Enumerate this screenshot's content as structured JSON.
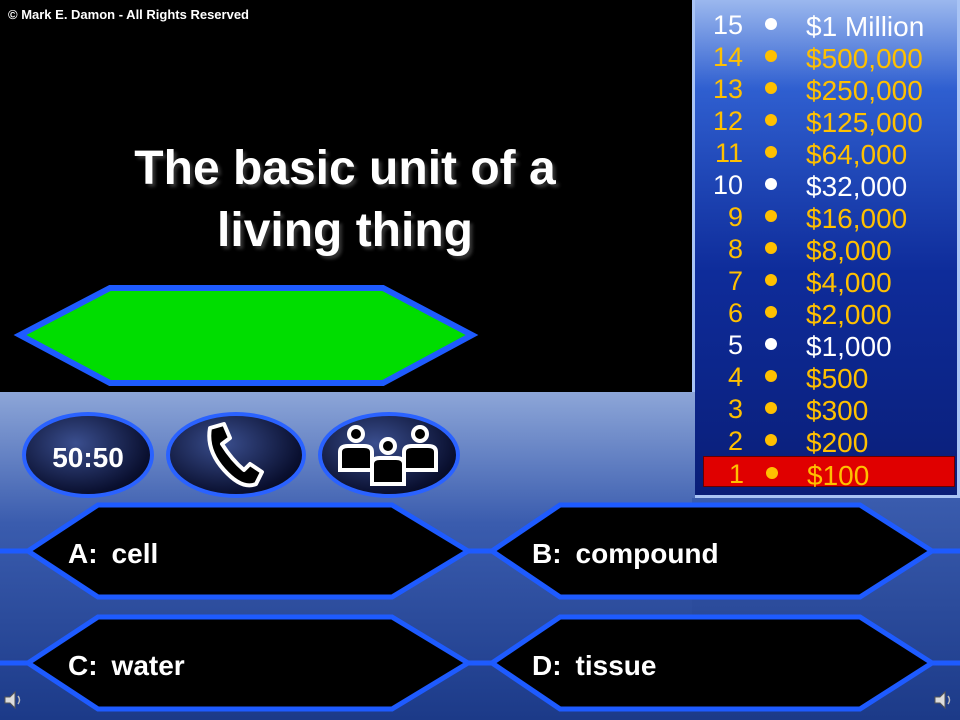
{
  "copyright": "© Mark E. Damon - All Rights Reserved",
  "question": {
    "line1": "The basic unit of a",
    "line2": "living thing"
  },
  "money_ladder": [
    {
      "level": "15",
      "amount": "$1 Million",
      "milestone": true
    },
    {
      "level": "14",
      "amount": "$500,000",
      "milestone": false
    },
    {
      "level": "13",
      "amount": "$250,000",
      "milestone": false
    },
    {
      "level": "12",
      "amount": "$125,000",
      "milestone": false
    },
    {
      "level": "11",
      "amount": "$64,000",
      "milestone": false
    },
    {
      "level": "10",
      "amount": "$32,000",
      "milestone": true
    },
    {
      "level": "9",
      "amount": "$16,000",
      "milestone": false
    },
    {
      "level": "8",
      "amount": "$8,000",
      "milestone": false
    },
    {
      "level": "7",
      "amount": "$4,000",
      "milestone": false
    },
    {
      "level": "6",
      "amount": "$2,000",
      "milestone": false
    },
    {
      "level": "5",
      "amount": "$1,000",
      "milestone": true
    },
    {
      "level": "4",
      "amount": "$500",
      "milestone": false
    },
    {
      "level": "3",
      "amount": "$300",
      "milestone": false
    },
    {
      "level": "2",
      "amount": "$200",
      "milestone": false
    },
    {
      "level": "1",
      "amount": "$100",
      "milestone": false,
      "current": true
    }
  ],
  "lifelines": {
    "fifty_fifty": "50:50",
    "phone_icon": "phone-icon",
    "audience_icon": "audience-icon"
  },
  "answers": {
    "a": {
      "letter": "A:",
      "text": "cell"
    },
    "b": {
      "letter": "B:",
      "text": "compound"
    },
    "c": {
      "letter": "C:",
      "text": "water"
    },
    "d": {
      "letter": "D:",
      "text": "tissue"
    }
  },
  "colors": {
    "milestone_text": "#ffffff",
    "ladder_text": "#ffc000",
    "current_highlight": "#e00000",
    "answer_indicator": "#00dd00",
    "hex_border": "#1e5bff"
  }
}
